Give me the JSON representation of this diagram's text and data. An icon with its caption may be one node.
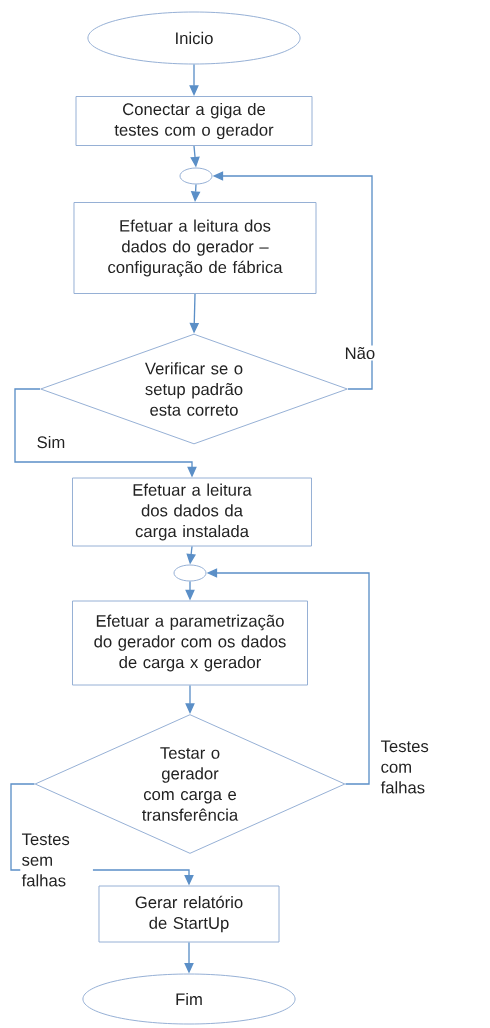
{
  "diagram": {
    "nodes": [
      {
        "text": [
          "Inicio"
        ]
      },
      {
        "text": [
          "Conectar a giga de testes com o gerador"
        ]
      },
      {
        "text": [],
        "shape": "circle"
      },
      {
        "text": [
          "Efetuar a leitura dos dados do gerador – configuração de fábrica"
        ]
      },
      {
        "text": [
          "Verificar se o setup padrão esta correto"
        ]
      },
      {
        "text": [
          "Efetuar a leitura dos dados da carga instalada"
        ]
      },
      {
        "text": [],
        "shape": "circle"
      },
      {
        "text": [
          "Efetuar a parametrização do gerador com os dados de carga x gerador"
        ]
      },
      {
        "text": [
          "Testar o gerador com carga e transferência"
        ]
      },
      {
        "text": [
          "Gerar relatório de StartUp"
        ]
      },
      {
        "text": [
          "Fim"
        ]
      }
    ],
    "edges": [
      {
        "from": 0,
        "to": 1,
        "arrow": "to"
      },
      {
        "from": 1,
        "to": 2,
        "arrow": "to"
      },
      {
        "from": 2,
        "to": 3,
        "arrow": "to"
      },
      {
        "from": 3,
        "to": 4,
        "arrow": "to"
      },
      {
        "from": 4,
        "to": 2,
        "arrow": "to",
        "label": "Não"
      },
      {
        "from": 4,
        "to": 5,
        "arrow": "to",
        "label": "Sim"
      },
      {
        "from": 5,
        "to": 6,
        "arrow": "to"
      },
      {
        "from": 6,
        "to": 7,
        "arrow": "to"
      },
      {
        "from": 7,
        "to": 8,
        "arrow": "to"
      },
      {
        "from": 8,
        "to": 6,
        "arrow": "to",
        "label": "Testes com falhas"
      },
      {
        "from": 8,
        "to": 9,
        "arrow": "to",
        "label": "Testes sem falhas"
      },
      {
        "from": 9,
        "to": 10,
        "arrow": "to"
      }
    ]
  }
}
